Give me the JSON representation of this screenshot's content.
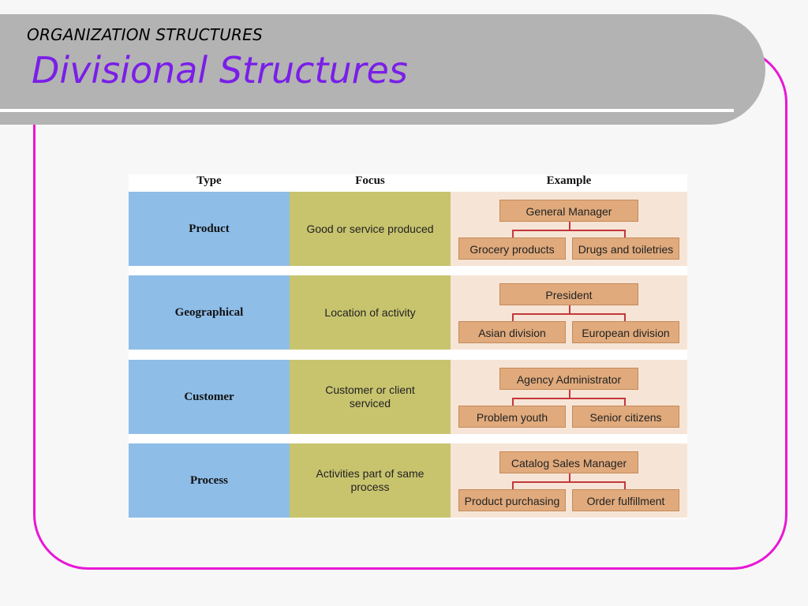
{
  "slide": {
    "subtitle": "ORGANIZATION STRUCTURES",
    "title": "Divisional Structures"
  },
  "table": {
    "headers": {
      "type": "Type",
      "focus": "Focus",
      "example": "Example"
    },
    "rows": [
      {
        "type": "Product",
        "focus": "Good or service produced",
        "example": {
          "top": "General Manager",
          "left": "Grocery products",
          "right": "Drugs and toiletries"
        }
      },
      {
        "type": "Geographical",
        "focus": "Location of activity",
        "example": {
          "top": "President",
          "left": "Asian division",
          "right": "European division"
        }
      },
      {
        "type": "Customer",
        "focus": "Customer or client serviced",
        "example": {
          "top": "Agency Administrator",
          "left": "Problem youth",
          "right": "Senior citizens"
        }
      },
      {
        "type": "Process",
        "focus": "Activities part of same process",
        "example": {
          "top": "Catalog Sales Manager",
          "left": "Product purchasing",
          "right": "Order fulfillment"
        }
      }
    ]
  },
  "colors": {
    "accent_border": "#e817d6",
    "title": "#7a1ee8",
    "type_cell": "#8ebde8",
    "focus_cell": "#c8c46e",
    "example_cell": "#f6e5d6",
    "org_box": "#e0aa7c",
    "connector": "#c4373a"
  }
}
